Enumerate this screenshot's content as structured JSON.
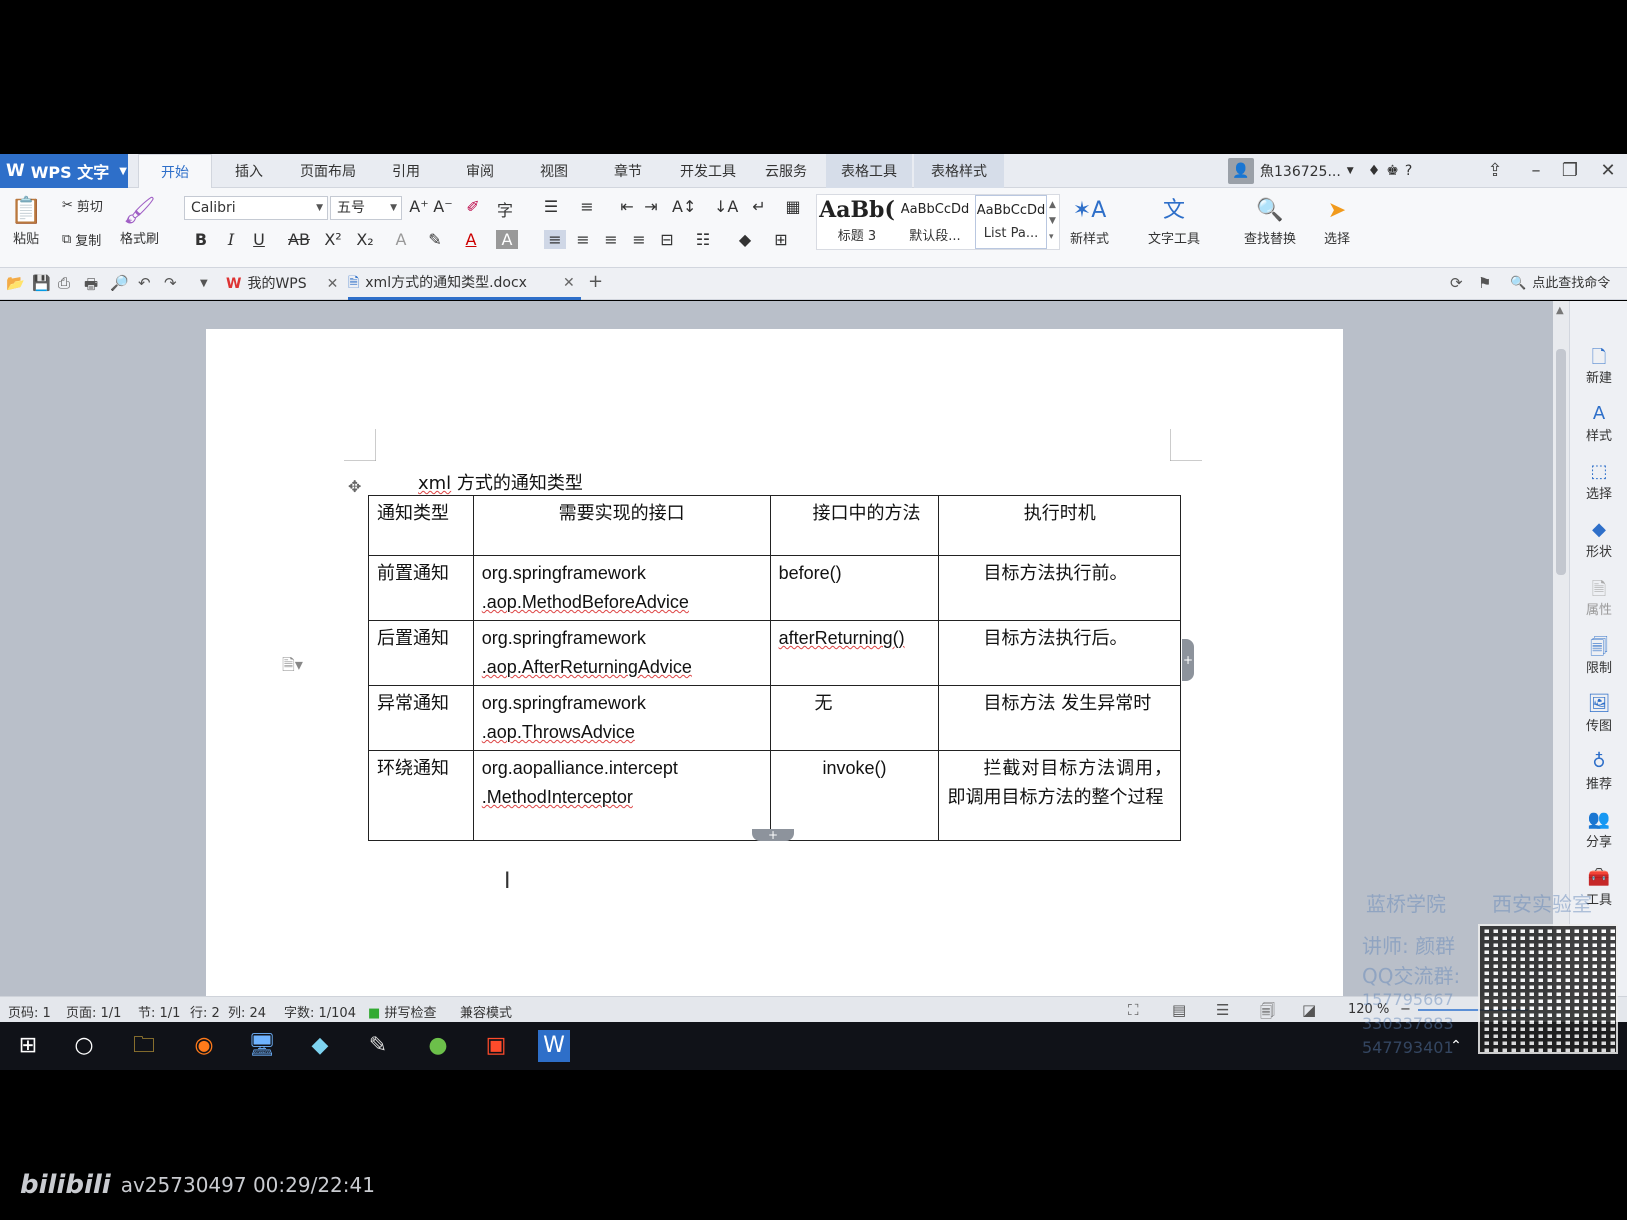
{
  "app": {
    "name": "WPS 文字"
  },
  "menu_tabs": [
    "开始",
    "插入",
    "页面布局",
    "引用",
    "审阅",
    "视图",
    "章节",
    "开发工具",
    "云服务",
    "表格工具",
    "表格样式"
  ],
  "account": {
    "name": "魚136725..."
  },
  "ribbon": {
    "paste": "粘贴",
    "cut": "剪切",
    "copy": "复制",
    "format_painter": "格式刷",
    "font_name": "Calibri",
    "font_size": "五号",
    "styles": [
      {
        "preview": "AaBb(",
        "name": "标题 3"
      },
      {
        "preview": "AaBbCcDd",
        "name": "默认段..."
      },
      {
        "preview": "AaBbCcDd",
        "name": "List Pa..."
      }
    ],
    "new_style": "新样式",
    "text_tools": "文字工具",
    "find_replace": "查找替换",
    "select": "选择"
  },
  "tabbar": {
    "home_tab": "我的WPS",
    "doc_tab": "xml方式的通知类型.docx",
    "search_cmd": "点此查找命令"
  },
  "document": {
    "title_xml": "xml",
    "title_rest": " 方式的通知类型",
    "table": {
      "headers": [
        "通知类型",
        "需要实现的接口",
        "接口中的方法",
        "执行时机"
      ],
      "rows": [
        {
          "type": "前置通知",
          "iface1": "org.springframework",
          "iface2": ".aop.MethodBeforeAdvice",
          "method": "before()",
          "timing": "目标方法执行前。"
        },
        {
          "type": "后置通知",
          "iface1": "org.springframework",
          "iface2": ".aop.AfterReturningAdvice",
          "method": "afterReturning()",
          "timing": "目标方法执行后。"
        },
        {
          "type": "异常通知",
          "iface1": "org.springframework",
          "iface2": ".aop.ThrowsAdvice",
          "method": "无",
          "timing": "目标方法 发生异常时"
        },
        {
          "type": "环绕通知",
          "iface1": "org.aopalliance.intercept",
          "iface2": ".MethodInterceptor",
          "method": "invoke()",
          "timing": "拦截对目标方法调用，即调用目标方法的整个过程"
        }
      ]
    }
  },
  "right_panel": [
    "新建",
    "样式",
    "选择",
    "形状",
    "属性",
    "限制",
    "传图",
    "推荐",
    "分享",
    "工具"
  ],
  "statusbar": {
    "page": "页码: 1",
    "pages": "页面: 1/1",
    "section": "节: 1/1",
    "row": "行: 2",
    "col": "列: 24",
    "words": "字数: 1/104",
    "spell": "拼写检查",
    "compat": "兼容模式",
    "zoom": "120 %"
  },
  "watermark": {
    "school": "蓝桥学院",
    "lab": "西安实验室",
    "teacher": "讲师: 颜群",
    "qq": "QQ交流群:",
    "qq1": "157795667",
    "qq2": "330337883",
    "qq3": "547793401"
  },
  "video": {
    "logo": "bilibili",
    "info": "av25730497 00:29/22:41"
  }
}
